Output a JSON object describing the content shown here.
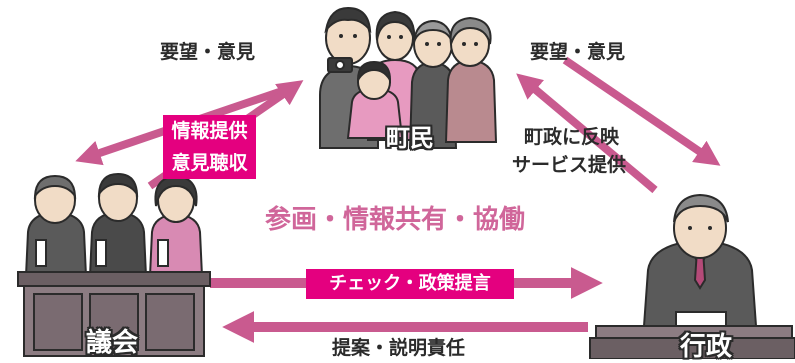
{
  "colors": {
    "arrow": "#c95a8f",
    "accent": "#e4007f",
    "center_text": "#d0669a",
    "ink": "#2b2b2b"
  },
  "labels": {
    "top_left_request": "要望・意見",
    "top_right_request": "要望・意見",
    "info_provision": "情報提供",
    "hearing_opinions": "意見聴収",
    "reflect_line1": "町政に反映",
    "reflect_line2": "サービス提供",
    "center": "参画・情報共有・協働",
    "check_policy": "チェック・政策提言",
    "proposal": "提案・説明責任"
  },
  "actors": {
    "townspeople": "町民",
    "assembly": "議会",
    "administration": "行政"
  },
  "icons": [
    "townspeople-group-illustration",
    "assembly-members-illustration",
    "administrator-illustration"
  ]
}
